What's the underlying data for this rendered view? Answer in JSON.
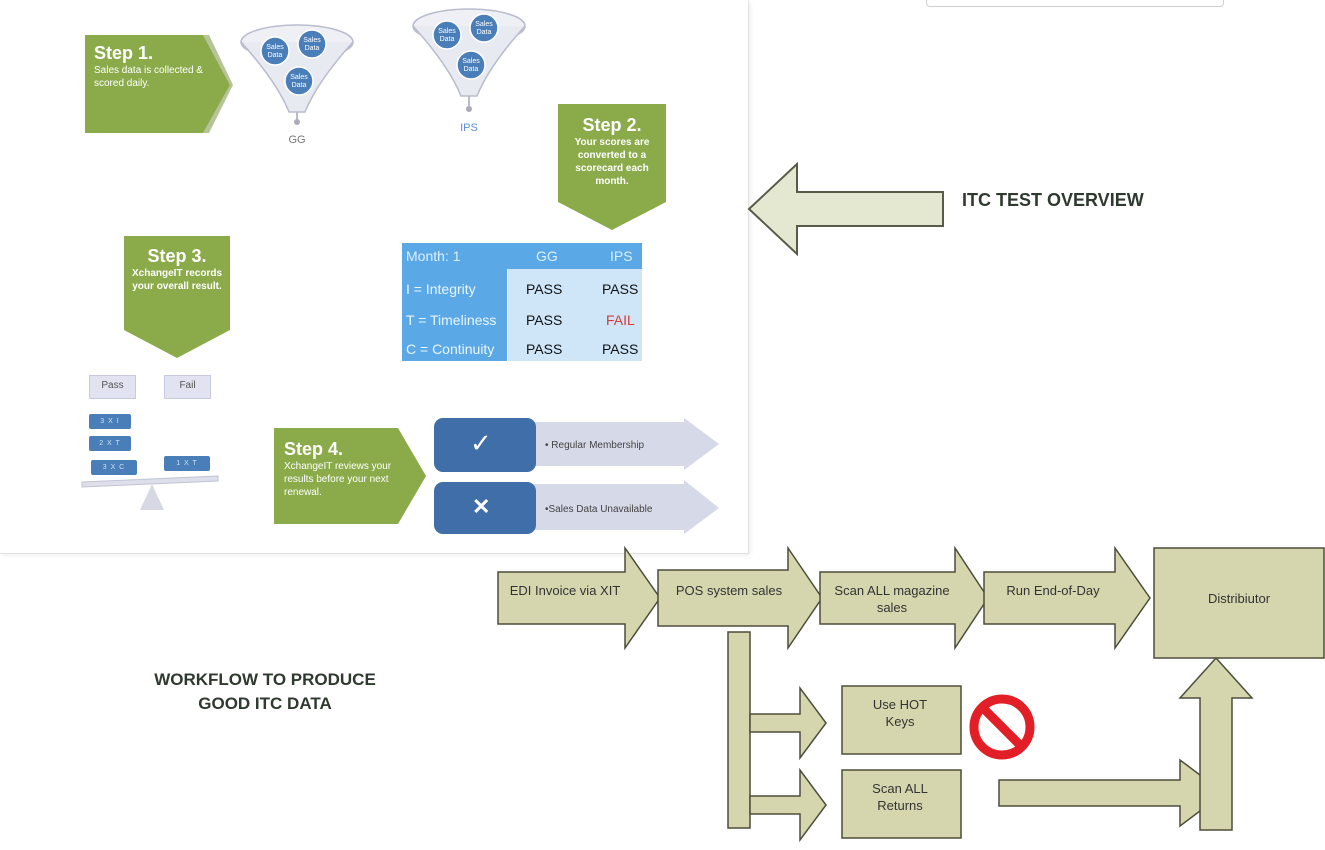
{
  "overview": {
    "step1": {
      "title": "Step 1.",
      "desc": "Sales data is collected & scored daily."
    },
    "step2": {
      "title": "Step 2.",
      "desc": "Your scores are converted to a scorecard each month."
    },
    "step3": {
      "title": "Step 3.",
      "desc": "XchangeIT records your overall result."
    },
    "step4": {
      "title": "Step 4.",
      "desc": "XchangeIT reviews your results before your next renewal."
    },
    "funnels": [
      {
        "label": "GG",
        "bubbles": [
          "Sales Data",
          "Sales Data",
          "Sales Data"
        ]
      },
      {
        "label": "IPS",
        "bubbles": [
          "Sales Data",
          "Sales Data",
          "Sales Data"
        ]
      }
    ],
    "scorecard": {
      "header": [
        "Month: 1",
        "GG",
        "IPS"
      ],
      "rows": [
        {
          "label": "I = Integrity",
          "gg": "PASS",
          "ips": "PASS"
        },
        {
          "label": "T = Timeliness",
          "gg": "PASS",
          "ips": "FAIL"
        },
        {
          "label": "C = Continuity",
          "gg": "PASS",
          "ips": "PASS"
        }
      ]
    },
    "balance": {
      "pass": "Pass",
      "fail": "Fail",
      "left_blocks": [
        "3 X I",
        "2 X T",
        "3 X C"
      ],
      "right_blocks": [
        "1 X T"
      ]
    },
    "outcomes": [
      {
        "icon": "check-icon",
        "label": "• Regular Membership"
      },
      {
        "icon": "cross-icon",
        "label": "•Sales Data Unavailable"
      }
    ]
  },
  "itc_heading": "ITC TEST OVERVIEW",
  "workflow_heading": [
    "WORKFLOW TO PRODUCE",
    "GOOD ITC DATA"
  ],
  "workflow": {
    "steps": [
      "EDI Invoice via XIT",
      "POS system sales",
      "Scan ALL magazine sales",
      "Run End-of-Day"
    ],
    "distributor": "Distribiutor",
    "hot_keys": "Use HOT Keys",
    "returns": "Scan ALL Returns"
  },
  "colors": {
    "step_green": "#8bab4a",
    "flow_fill": "#d6d6ae",
    "flow_stroke": "#4d4d3c",
    "scorecard_blue": "#5aa9e6",
    "fail_red": "#d63a3a",
    "prohibit_red": "#e21f26"
  }
}
